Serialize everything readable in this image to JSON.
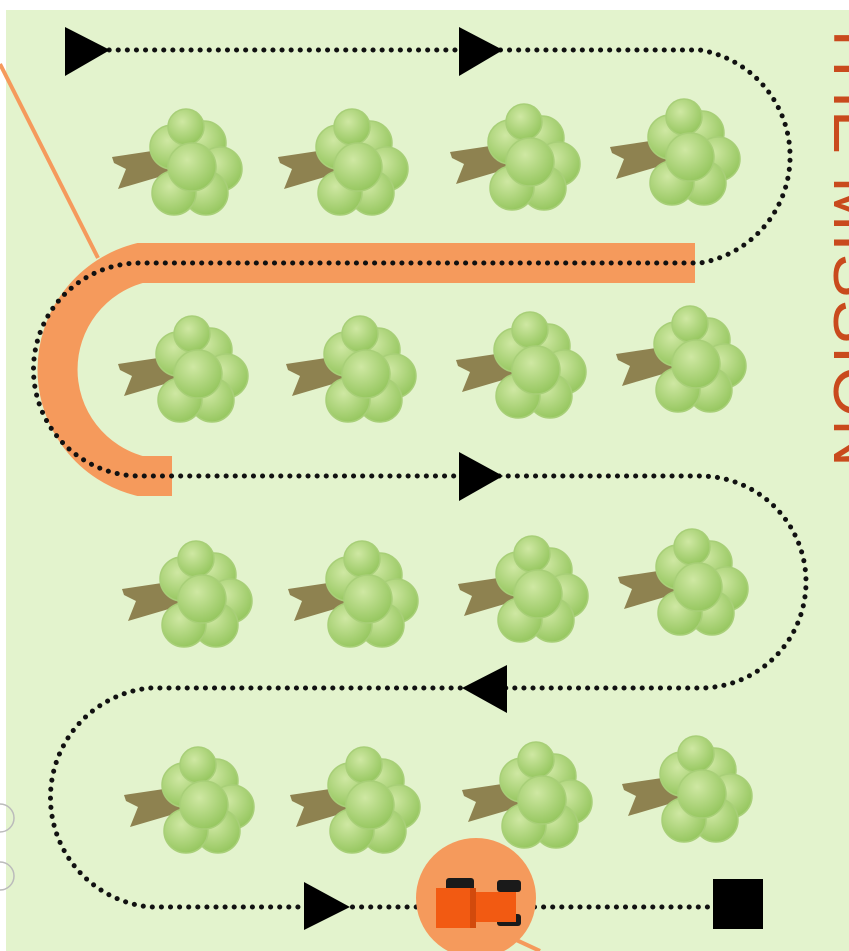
{
  "diagram": {
    "title": "THE MISSION",
    "colors": {
      "field": "#e3f3cd",
      "highlight": "#f59a5c",
      "tractor": "#f25a12",
      "path": "#111111",
      "title": "#c94a1d",
      "tree_canopy": "#a3d06b",
      "tree_trunk": "#8e8250"
    },
    "tree_rows": 4,
    "trees_per_row": 4,
    "icons": [
      "start-arrow-icon",
      "direction-arrow-icon",
      "tractor-icon",
      "finish-square-icon",
      "tree-icon"
    ]
  }
}
